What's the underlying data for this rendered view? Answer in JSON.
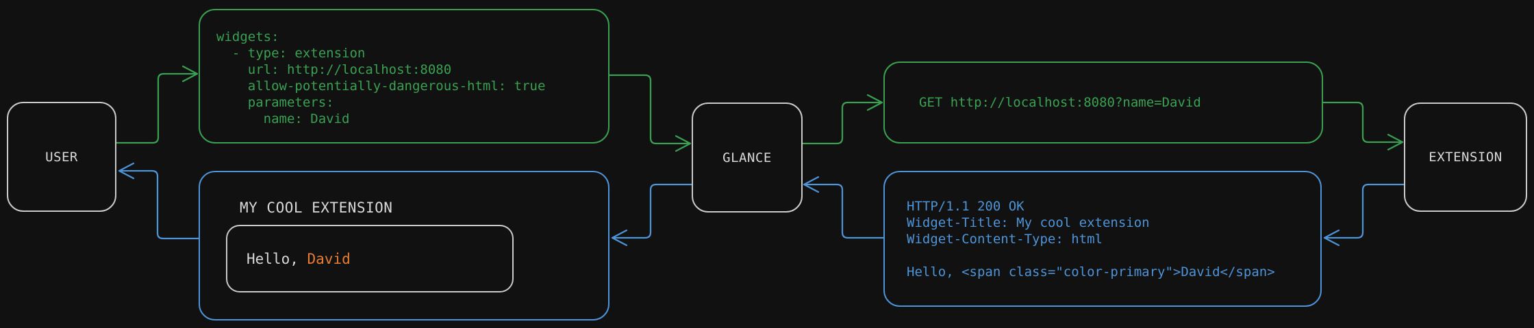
{
  "colors": {
    "background": "#111111",
    "request_flow_green": "#3aa152",
    "response_flow_blue": "#4e94d8",
    "accent_name_orange": "#e87d33",
    "node_border": "#cbcbcb",
    "text_light": "#dadada"
  },
  "nodes": {
    "user": {
      "label": "USER"
    },
    "glance": {
      "label": "GLANCE"
    },
    "extension": {
      "label": "EXTENSION"
    }
  },
  "config_box": {
    "code": "widgets:\n  - type: extension\n    url: http://localhost:8080\n    allow-potentially-dangerous-html: true\n    parameters:\n      name: David"
  },
  "request_box": {
    "code": "GET http://localhost:8080?name=David"
  },
  "response_box": {
    "code": "HTTP/1.1 200 OK\nWidget-Title: My cool extension\nWidget-Content-Type: html\n\nHello, <span class=\"color-primary\">David</span>"
  },
  "widget_preview": {
    "title": "MY COOL EXTENSION",
    "greeting_prefix": "Hello, ",
    "greeting_name": "David"
  }
}
